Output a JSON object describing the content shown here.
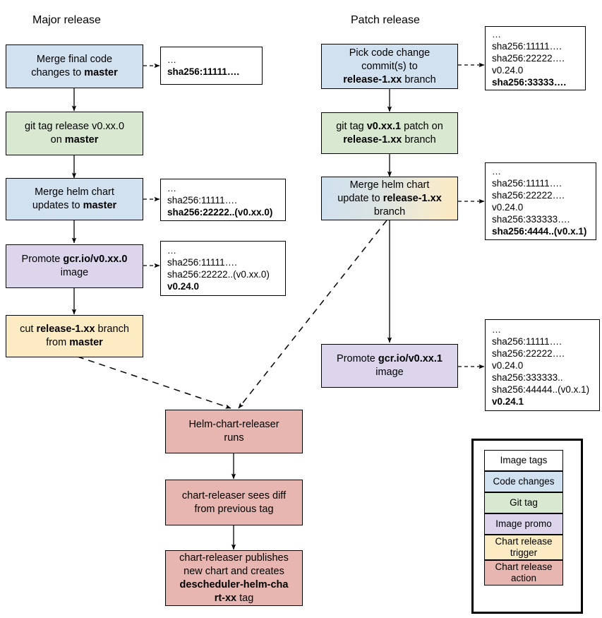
{
  "titles": {
    "major": "Major release",
    "patch": "Patch release"
  },
  "major_flow": [
    {
      "id": "merge-final-code",
      "kind": "code-changes",
      "color": "#d2e1f0",
      "html": "Merge final code<br>changes to <b>master</b>"
    },
    {
      "id": "git-tag-release",
      "kind": "git-tag",
      "color": "#d9e8d1",
      "html": "git tag release v0.xx.0<br>on <b>master</b>"
    },
    {
      "id": "merge-helm-chart-updates",
      "kind": "code-changes",
      "color": "#d2e1f0",
      "html": "Merge helm chart<br>updates to <b>master</b>"
    },
    {
      "id": "promote-image-major",
      "kind": "image-promo",
      "color": "#ddd5ec",
      "html": "Promote <b>gcr.io/v0.xx.0</b><br>image"
    },
    {
      "id": "cut-release-branch",
      "kind": "chart-release-trigger",
      "color": "#fdecc3",
      "html": "cut <b>release-1.xx</b> branch<br>from <b>master</b>"
    }
  ],
  "patch_flow": [
    {
      "id": "pick-code-change",
      "kind": "code-changes",
      "color": "#d2e1f0",
      "html": "Pick code change<br>commit(s) to<br><b>release-1.xx</b> branch"
    },
    {
      "id": "git-tag-patch",
      "kind": "git-tag",
      "color": "#d9e8d1",
      "html": "git tag <b>v0.xx.1</b> patch on<br><b>release-1.xx</b> branch"
    },
    {
      "id": "merge-helm-chart-update-branch",
      "kind": "code-changes-trigger",
      "color": "gradient",
      "html": "Merge helm chart<br>update to <b>release-1.xx</b><br>branch"
    },
    {
      "id": "promote-image-patch",
      "kind": "image-promo",
      "color": "#ddd5ec",
      "html": "Promote <b>gcr.io/v0.xx.1</b><br>image"
    }
  ],
  "releaser_flow": [
    {
      "id": "helm-chart-releaser-runs",
      "kind": "chart-release-action",
      "color": "#e7b6b0",
      "html": "Helm-chart-releaser<br>runs"
    },
    {
      "id": "chart-releaser-sees-diff",
      "kind": "chart-release-action",
      "color": "#e7b6b0",
      "html": "chart-releaser sees diff<br>from previous tag"
    },
    {
      "id": "chart-releaser-publishes",
      "kind": "chart-release-action",
      "color": "#e7b6b0",
      "html": "chart-releaser publishes<br>new chart and creates<br><b>descheduler-helm-cha</b><br><b>rt-xx</b> tag"
    }
  ],
  "notes": [
    {
      "id": "note-major-1",
      "lines": [
        {
          "t": "…",
          "b": false,
          "dots": true
        },
        {
          "t": "sha256:11111….",
          "b": true
        }
      ]
    },
    {
      "id": "note-major-2",
      "lines": [
        {
          "t": "…",
          "b": false,
          "dots": true
        },
        {
          "t": "sha256:11111….",
          "b": false
        },
        {
          "t": "sha256:22222..(v0.xx.0)",
          "b": true
        }
      ]
    },
    {
      "id": "note-major-3",
      "lines": [
        {
          "t": "…",
          "b": false,
          "dots": true
        },
        {
          "t": "sha256:11111….",
          "b": false
        },
        {
          "t": "sha256:22222..(v0.xx.0)",
          "b": false
        },
        {
          "t": "v0.24.0",
          "b": true
        }
      ]
    },
    {
      "id": "note-patch-1",
      "lines": [
        {
          "t": "…",
          "b": false,
          "dots": true
        },
        {
          "t": "sha256:11111….",
          "b": false
        },
        {
          "t": "sha256:22222….",
          "b": false
        },
        {
          "t": "v0.24.0",
          "b": false
        },
        {
          "t": "sha256:33333….",
          "b": true
        }
      ]
    },
    {
      "id": "note-patch-2",
      "lines": [
        {
          "t": "…",
          "b": false,
          "dots": true
        },
        {
          "t": "sha256:11111….",
          "b": false
        },
        {
          "t": "sha256:22222….",
          "b": false
        },
        {
          "t": "v0.24.0",
          "b": false
        },
        {
          "t": "sha256:333333….",
          "b": false
        },
        {
          "t": "sha256:4444..(v0.x.1)",
          "b": true
        }
      ]
    },
    {
      "id": "note-patch-3",
      "lines": [
        {
          "t": "…",
          "b": false,
          "dots": true
        },
        {
          "t": "sha256:11111….",
          "b": false
        },
        {
          "t": "sha256:22222….",
          "b": false
        },
        {
          "t": "v0.24.0",
          "b": false
        },
        {
          "t": "sha256:333333..",
          "b": false
        },
        {
          "t": "sha256:44444..(v0.x.1)",
          "b": false
        },
        {
          "t": "v0.24.1",
          "b": true
        }
      ]
    }
  ],
  "legend": {
    "items": [
      {
        "label": "Image tags",
        "color": "#ffffff"
      },
      {
        "label": "Code changes",
        "color": "#d2e1f0"
      },
      {
        "label": "Git tag",
        "color": "#d9e8d1"
      },
      {
        "label": "Image promo",
        "color": "#ddd5ec"
      },
      {
        "label": "Chart release trigger",
        "color": "#fdecc3"
      },
      {
        "label": "Chart release action",
        "color": "#e7b6b0"
      }
    ]
  }
}
